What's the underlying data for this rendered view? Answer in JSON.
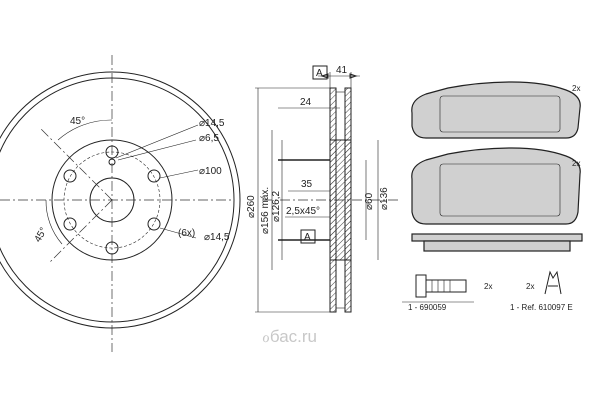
{
  "disc_front": {
    "angle_top": "45°",
    "angle_side": "45°",
    "hole_dia": "14,5",
    "pin_dia": "6,5",
    "pcd": "100",
    "holes_count": "(6x)",
    "holes_dia": "14,5"
  },
  "disc_section": {
    "width_total": "41",
    "width_hub": "24",
    "ref_letter_top": "A",
    "ref_letter_bottom": "A",
    "outer_dia": "260",
    "max_dia": "156 máx.",
    "inner_dia": "126,2",
    "hub_depth": "35",
    "chamfer": "2,5x45°",
    "bore_dia": "60",
    "hub_dia": "136"
  },
  "pads": {
    "qty_top": "2x",
    "qty_middle": "2x",
    "clip_qty": "2x",
    "bolt_qty": "2x",
    "bolt_ref": "1 - 690059",
    "pad_ref": "1 - Ref. 610097 E"
  },
  "watermark": "ℴбас.ru"
}
